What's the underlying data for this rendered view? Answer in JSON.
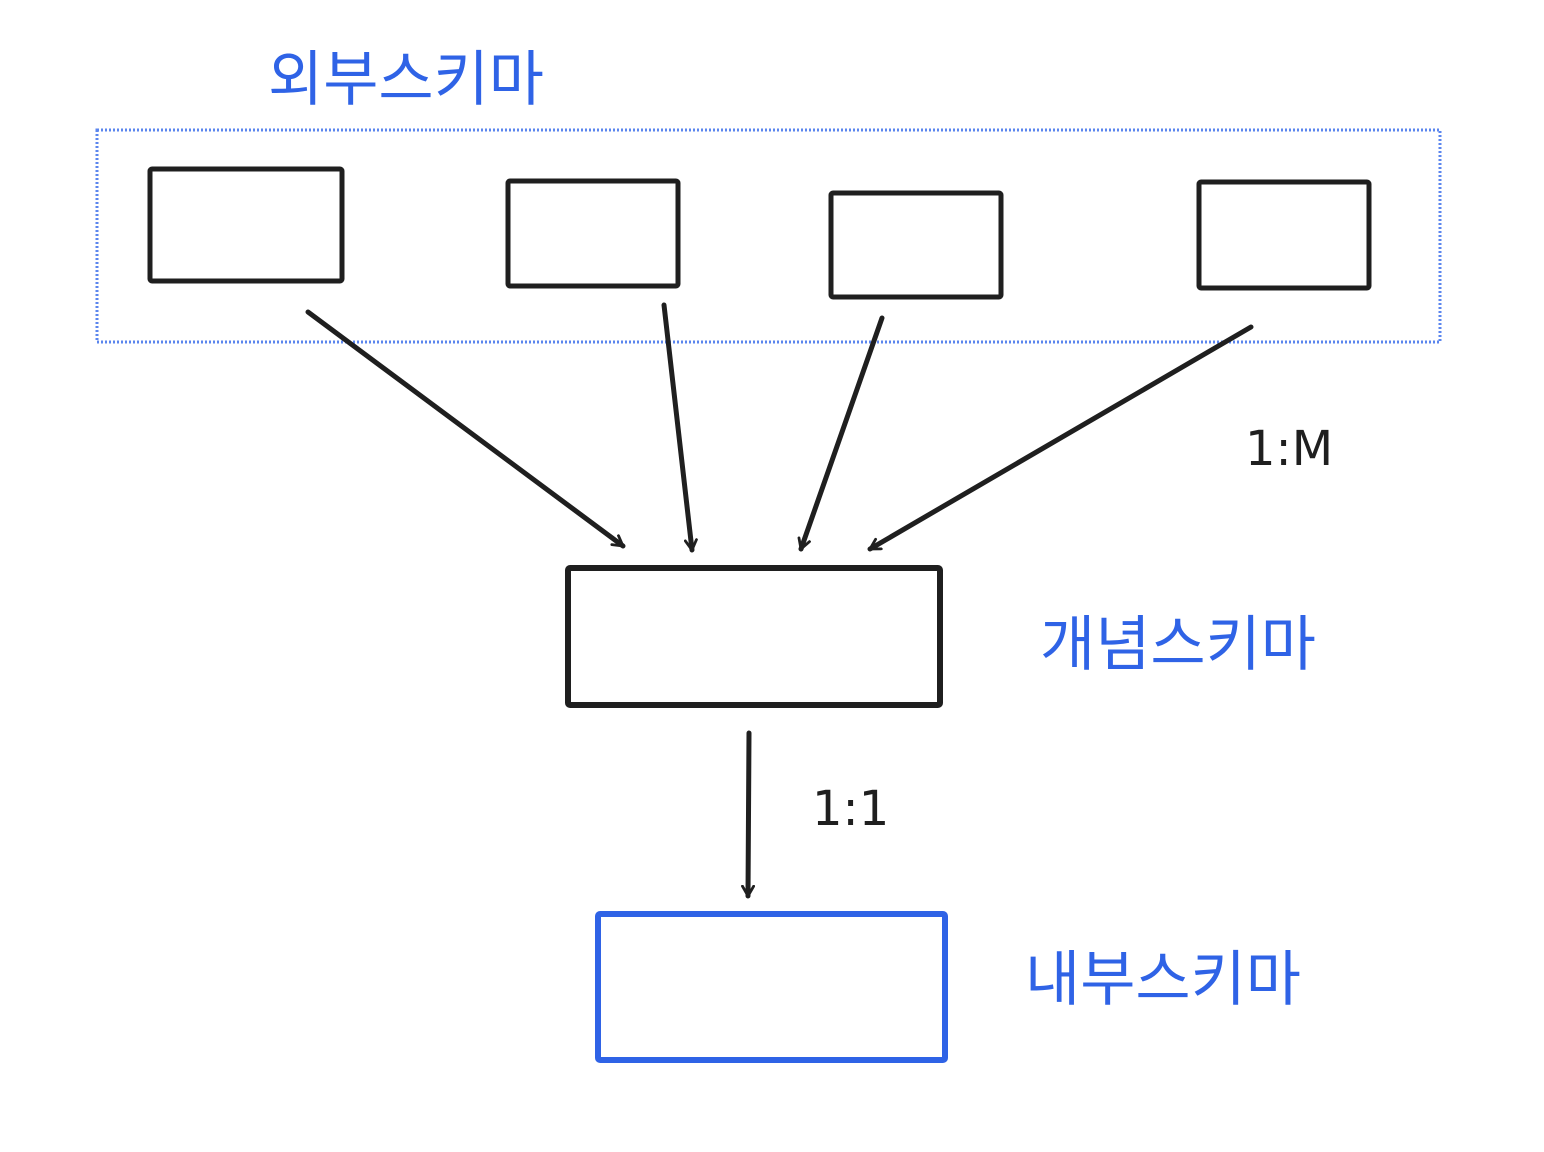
{
  "colors": {
    "blue": "#2f63e6",
    "black": "#1f1f1f"
  },
  "labels": {
    "external_schema": "외부스키마",
    "conceptual_schema": "개념스키마",
    "internal_schema": "내부스키마",
    "ratio_many": "1:M",
    "ratio_one": "1:1"
  }
}
